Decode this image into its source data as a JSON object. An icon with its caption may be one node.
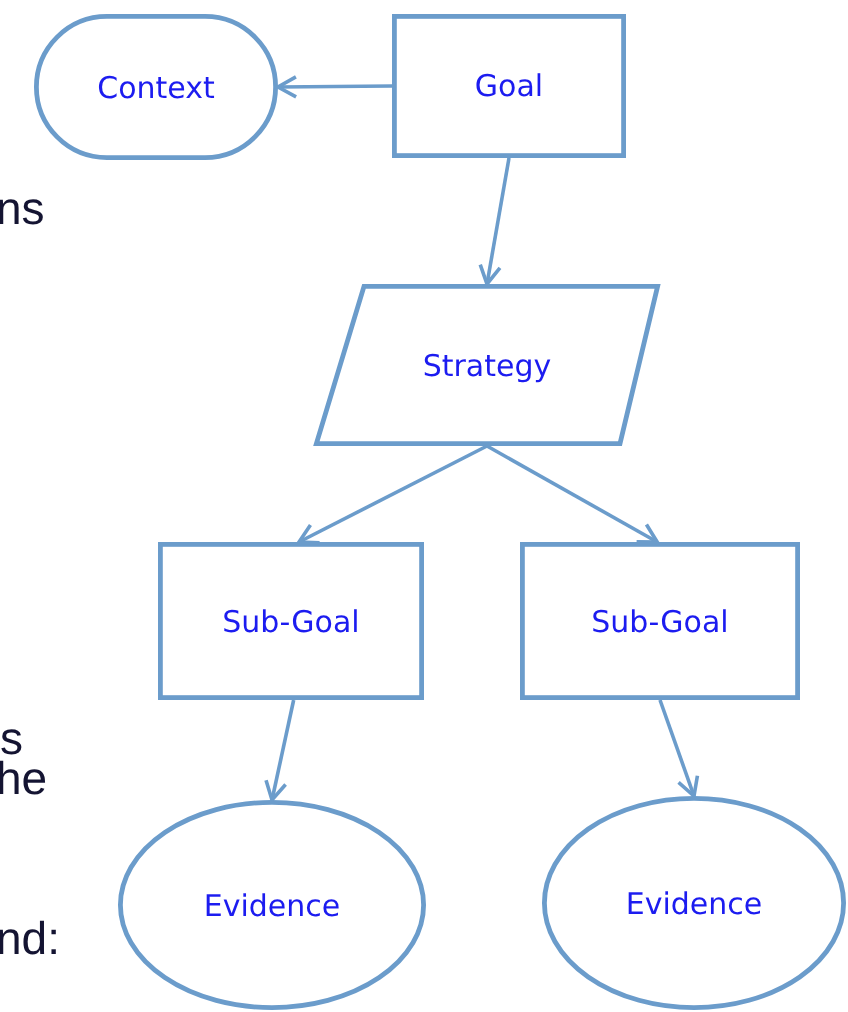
{
  "diagram": {
    "nodes": [
      {
        "text": [
          "Context"
        ]
      },
      {
        "text": [
          "Goal"
        ]
      },
      {
        "text": [
          "Strategy"
        ]
      },
      {
        "text": [
          "Sub-Goal"
        ]
      },
      {
        "text": [
          "Sub-Goal"
        ]
      },
      {
        "text": [
          "Evidence"
        ]
      },
      {
        "text": [
          "Evidence"
        ]
      }
    ],
    "edges": [
      {
        "from": 1,
        "to": 0,
        "arrow": "to"
      },
      {
        "from": 1,
        "to": 2,
        "arrow": "to"
      },
      {
        "from": 2,
        "to": 3,
        "arrow": "to"
      },
      {
        "from": 2,
        "to": 4,
        "arrow": "to"
      },
      {
        "from": 3,
        "to": 5,
        "arrow": "to"
      },
      {
        "from": 4,
        "to": 6,
        "arrow": "to"
      }
    ],
    "labels": [
      "ns",
      "s",
      "he",
      "nd:"
    ]
  }
}
